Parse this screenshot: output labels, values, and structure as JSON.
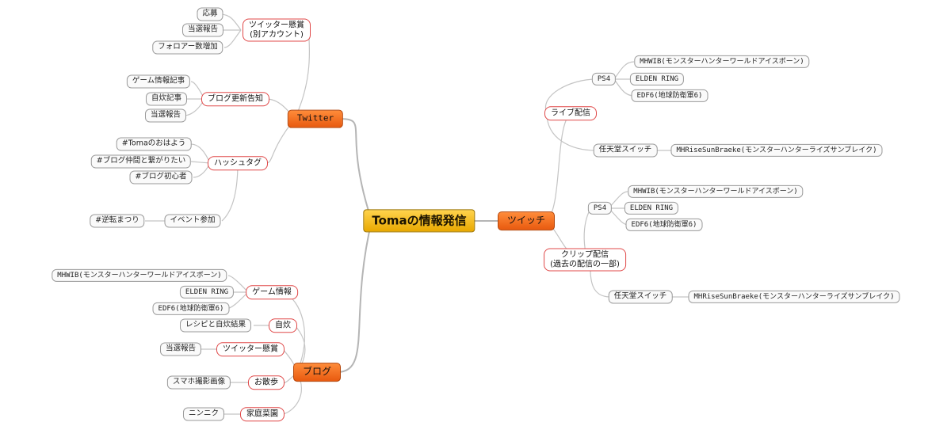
{
  "root": {
    "label": "Tomaの情報発信"
  },
  "twitter": {
    "label": "Twitter",
    "account": {
      "label": "ツイッター懸賞\n(別アカウント)",
      "items": [
        "応募",
        "当選報告",
        "フォロアー数増加"
      ]
    },
    "blog_notice": {
      "label": "ブログ更新告知",
      "items": [
        "ゲーム情報記事",
        "自炊記事",
        "当選報告"
      ]
    },
    "hashtag": {
      "label": "ハッシュタグ",
      "items": [
        "#Tomaのおはよう",
        "#ブログ仲間と繋がりたい",
        "#ブログ初心者"
      ]
    },
    "event": {
      "label": "イベント参加",
      "item": "#逆転まつり"
    }
  },
  "twitch": {
    "label": "ツイッチ",
    "live": {
      "label": "ライブ配信",
      "ps4": {
        "label": "PS4",
        "items": [
          "MHWIB(モンスターハンターワールドアイスボーン)",
          "ELDEN RING",
          "EDF6(地球防衛軍6)"
        ]
      },
      "switch": {
        "label": "任天堂スイッチ",
        "item": "MHRiseSunBraeke(モンスターハンターライズサンブレイク)"
      }
    },
    "clip": {
      "label": "クリップ配信\n(過去の配信の一部)",
      "ps4": {
        "label": "PS4",
        "items": [
          "MHWIB(モンスターハンターワールドアイスボーン)",
          "ELDEN RING",
          "EDF6(地球防衛軍6)"
        ]
      },
      "switch": {
        "label": "任天堂スイッチ",
        "item": "MHRiseSunBraeke(モンスターハンターライズサンブレイク)"
      }
    }
  },
  "blog": {
    "label": "ブログ",
    "game": {
      "label": "ゲーム情報",
      "items": [
        "MHWIB(モンスターハンターワールドアイスボーン)",
        "ELDEN RING",
        "EDF6(地球防衛軍6)"
      ]
    },
    "cooking": {
      "label": "自炊",
      "item": "レシピと自炊結果"
    },
    "sweepstakes": {
      "label": "ツイッター懸賞",
      "item": "当選報告"
    },
    "walk": {
      "label": "お散歩",
      "item": "スマホ撮影画像"
    },
    "garden": {
      "label": "家庭菜園",
      "item": "ニンニク"
    }
  },
  "colors": {
    "root": "#f0b400",
    "main": "#f26b1d",
    "sub_border": "#e04848",
    "leaf_border": "#9a9a9a",
    "line": "#c4c4c4"
  }
}
